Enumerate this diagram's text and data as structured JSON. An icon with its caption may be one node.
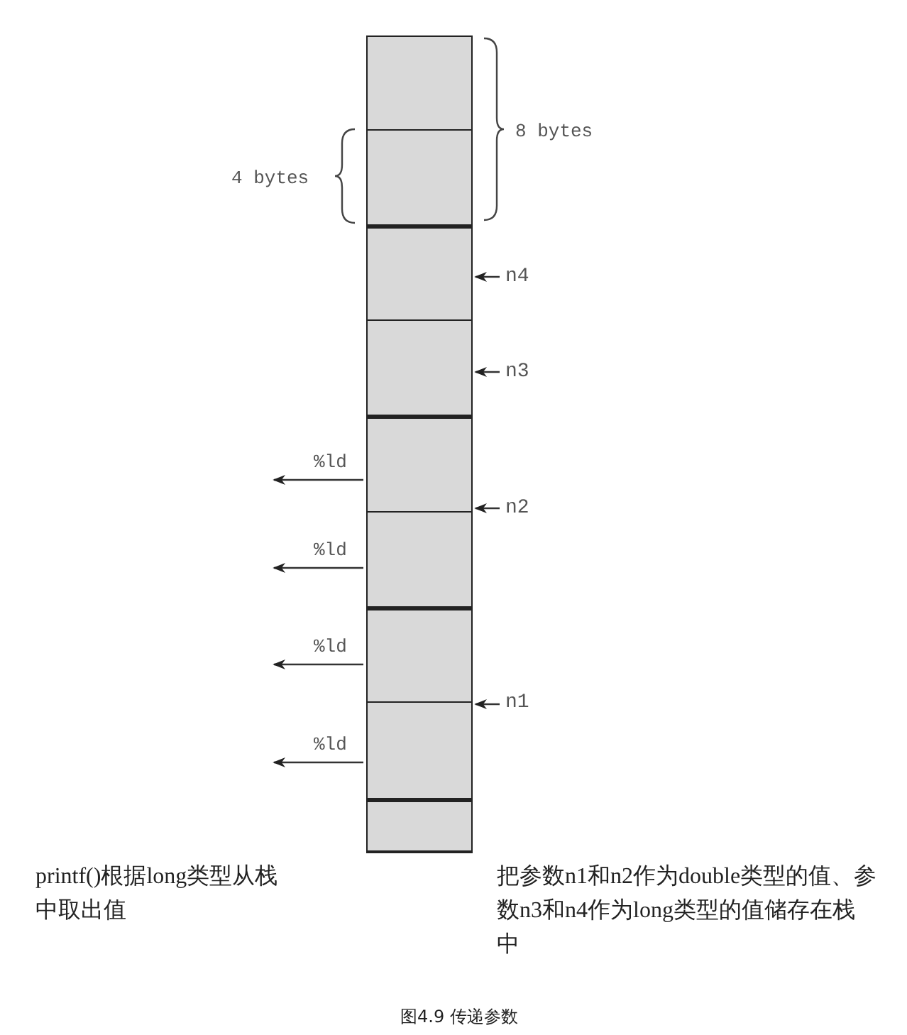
{
  "diagram": {
    "caption": "图4.9 传递参数",
    "nodes": [
      {
        "text": [],
        "shape": "box"
      },
      {
        "text": [],
        "shape": "box"
      },
      {
        "text": [],
        "shape": "box"
      },
      {
        "text": [],
        "shape": "box"
      },
      {
        "text": [],
        "shape": "box"
      },
      {
        "text": [],
        "shape": "box"
      },
      {
        "text": [],
        "shape": "box"
      },
      {
        "text": [],
        "shape": "box"
      },
      {
        "text": [],
        "shape": "box"
      },
      {
        "text": [
          "n4"
        ]
      },
      {
        "text": [
          "n3"
        ]
      },
      {
        "text": [
          "n2"
        ]
      },
      {
        "text": [
          "n1"
        ]
      }
    ],
    "edges": [
      {
        "from": 9,
        "to": 2,
        "arrow": "to"
      },
      {
        "from": 10,
        "to": 3,
        "arrow": "to"
      },
      {
        "from": 11,
        "to": 4,
        "arrow": "to"
      },
      {
        "from": 12,
        "to": 7,
        "arrow": "to"
      },
      {
        "from": 4,
        "to": null,
        "arrow": "to",
        "label": "%ld"
      },
      {
        "from": 5,
        "to": null,
        "arrow": "to",
        "label": "%ld"
      },
      {
        "from": 6,
        "to": null,
        "arrow": "to",
        "label": "%ld"
      },
      {
        "from": 7,
        "to": null,
        "arrow": "to",
        "label": "%ld"
      }
    ],
    "labels": [
      "8 bytes",
      "4 bytes",
      "printf()根据long类型从栈中取出值",
      "把参数n1和n2作为double类型的值、参数n3和n4作为long类型的值储存在栈中"
    ]
  }
}
